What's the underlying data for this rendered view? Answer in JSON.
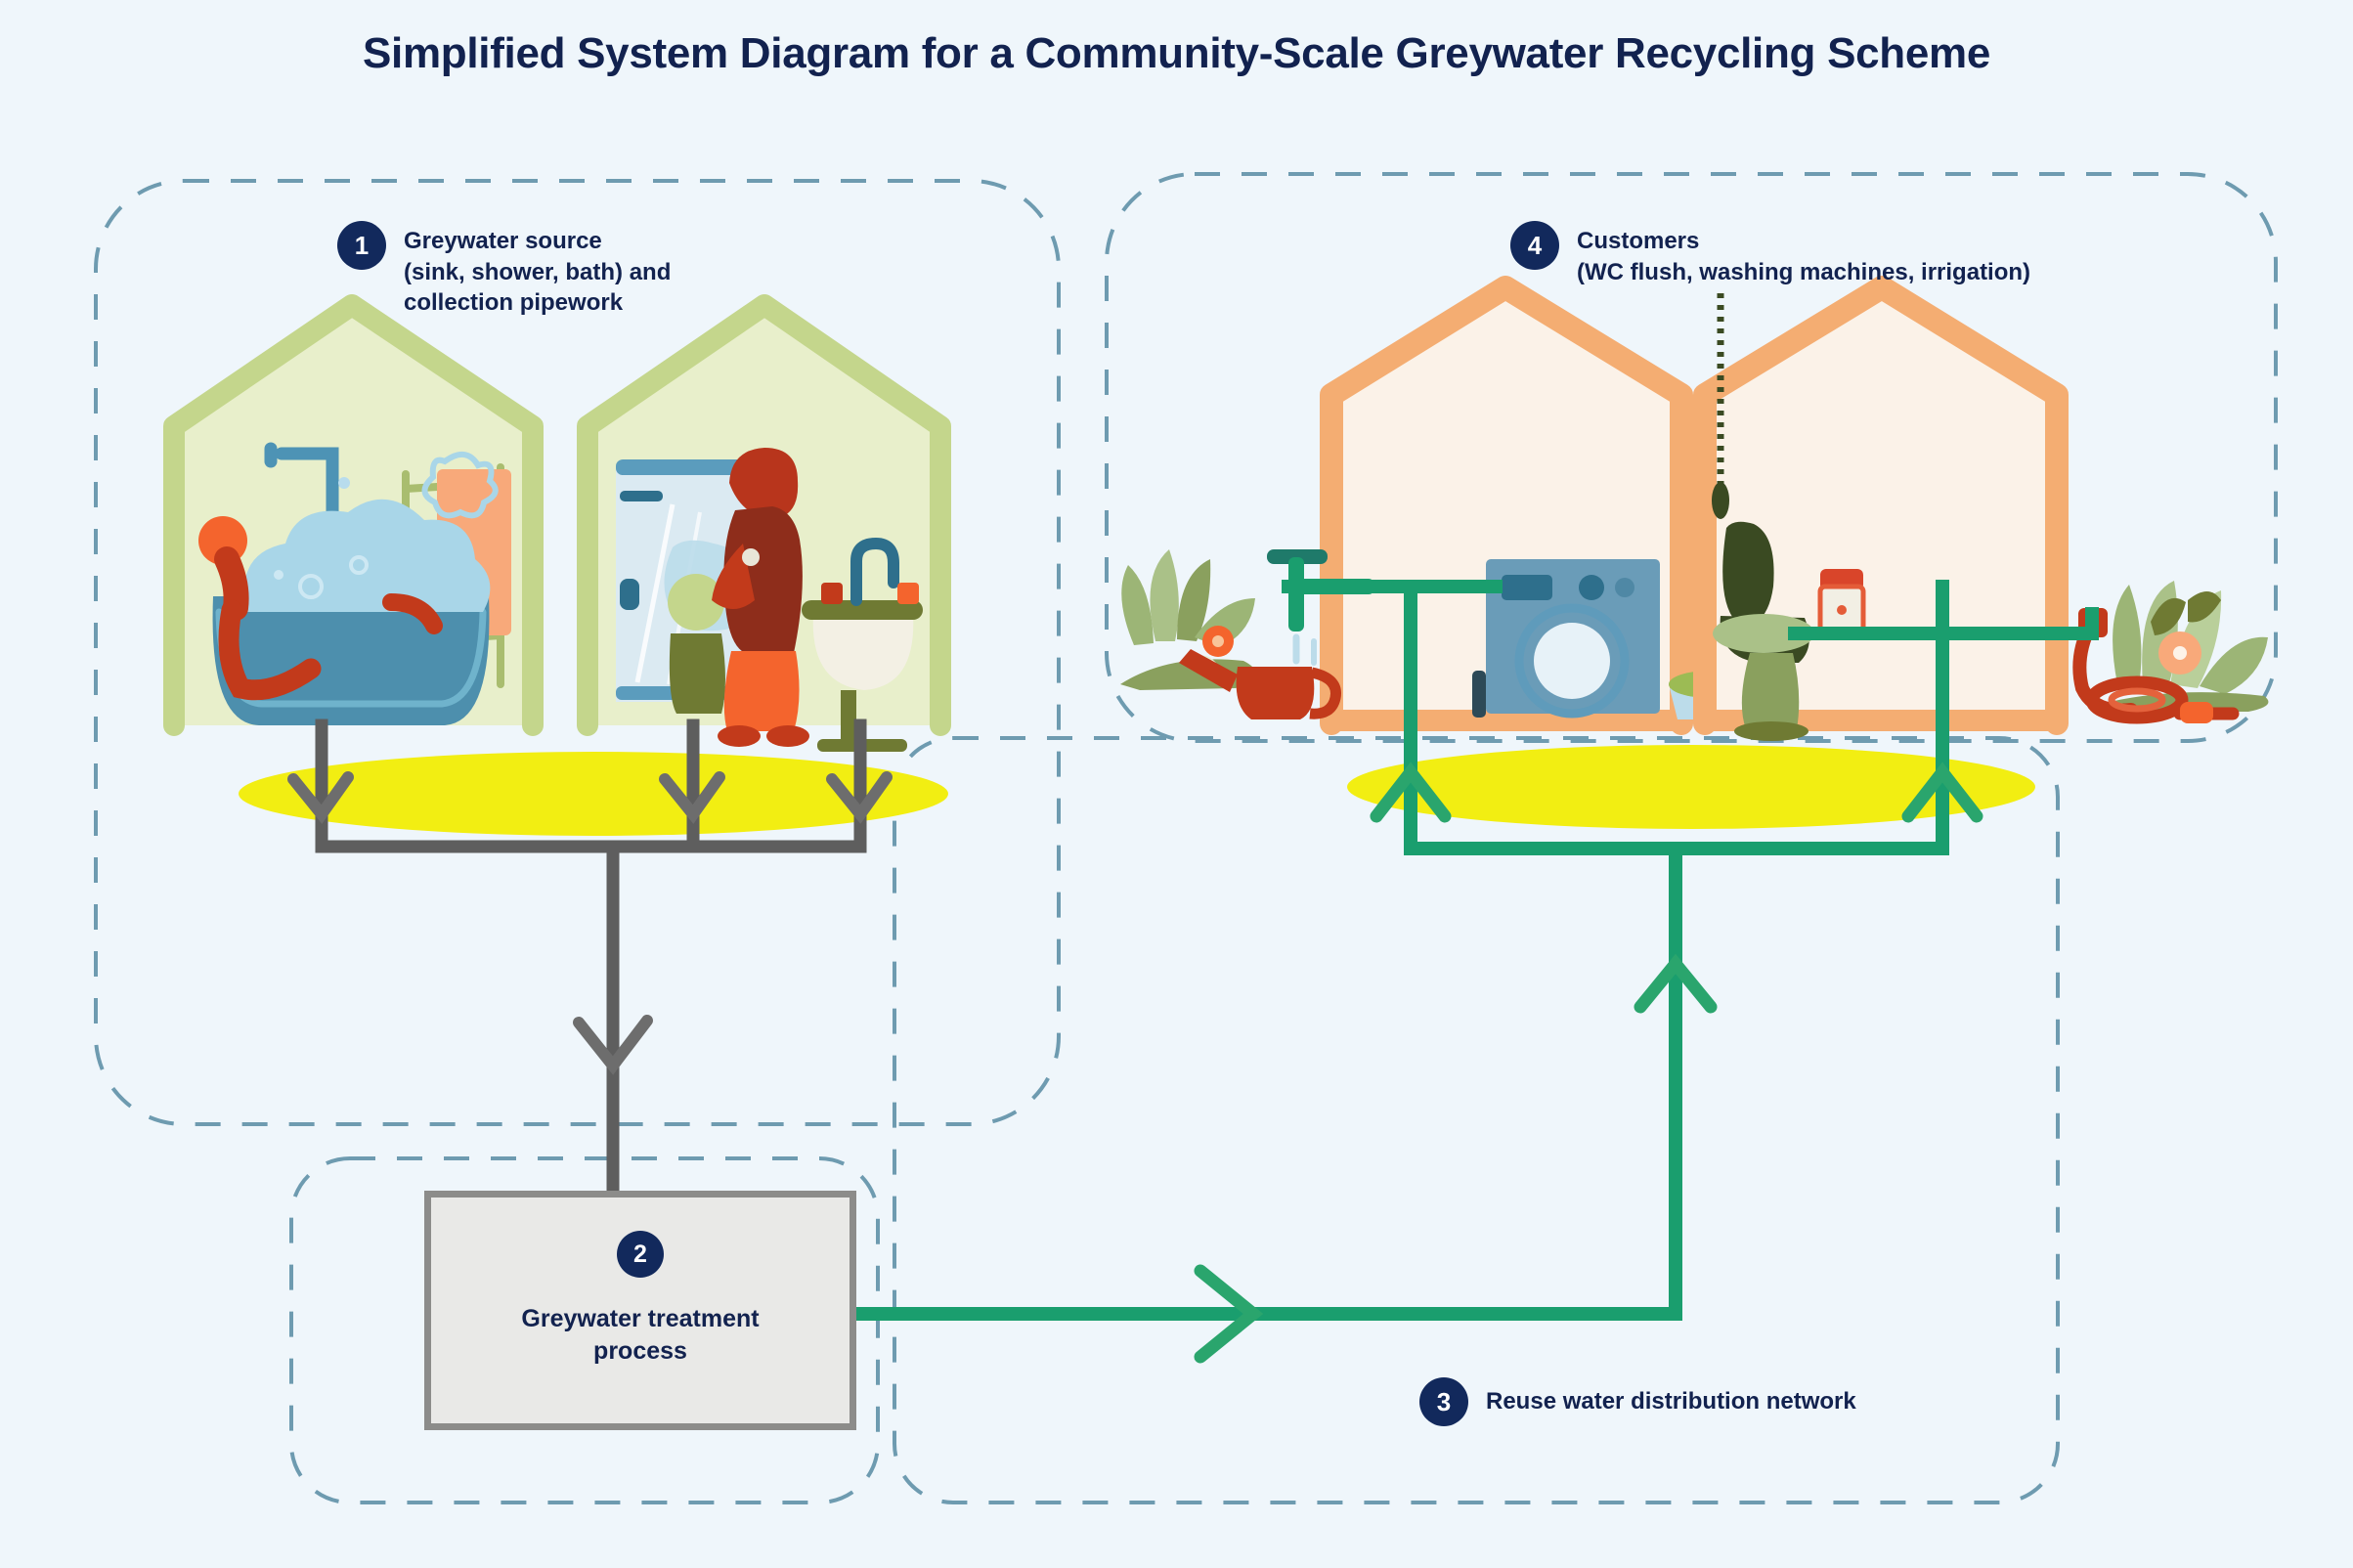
{
  "title": "Simplified System Diagram for a Community-Scale Greywater Recycling Scheme",
  "colors": {
    "background": "#eff6fb",
    "text_navy": "#12224f",
    "badge_navy": "#12295c",
    "dashed_border": "#6e9bb0",
    "grey_pipe": "#5e5e5e",
    "green_pipe": "#1a9e6e",
    "ground_yellow": "#f2ee12",
    "house_green": "#c4d68c",
    "house_green_fill": "#e8efcb",
    "house_orange": "#f4ad72",
    "house_orange_fill": "#fbf2e8",
    "treatment_fill": "#e9e9e7",
    "treatment_border": "#8c8c8a",
    "terracotta": "#d9452a",
    "teal_blue": "#4d93b5",
    "olive": "#6f7a33"
  },
  "zones": [
    {
      "id": "zone-source",
      "name": "greywater-source-zone"
    },
    {
      "id": "zone-treatment",
      "name": "treatment-zone"
    },
    {
      "id": "zone-distribution",
      "name": "distribution-zone"
    },
    {
      "id": "zone-customers",
      "name": "customers-zone"
    }
  ],
  "steps": [
    {
      "number": "1",
      "name": "greywater-source",
      "label": "Greywater source\n(sink, shower, bath) and\ncollection pipework"
    },
    {
      "number": "2",
      "name": "greywater-treatment",
      "label": "Greywater treatment\nprocess"
    },
    {
      "number": "3",
      "name": "reuse-distribution",
      "label": "Reuse water distribution network"
    },
    {
      "number": "4",
      "name": "customers",
      "label": "Customers\n(WC flush, washing machines, irrigation)"
    }
  ],
  "illustrations": {
    "house_bath": "house-with-bath-icon",
    "house_sink": "house-with-sink-icon",
    "house_washing_machine": "house-with-washing-machine-icon",
    "house_toilet": "house-with-toilet-icon",
    "garden_left": "garden-tap-watering-can-icon",
    "garden_right": "garden-hose-plants-icon",
    "ground_left": "ground-layer-left",
    "ground_right": "ground-layer-right"
  },
  "flows": [
    {
      "name": "collection-pipework",
      "color": "grey",
      "direction": "down"
    },
    {
      "name": "treated-water-main",
      "color": "green",
      "direction": "right"
    },
    {
      "name": "distribution-riser",
      "color": "green",
      "direction": "up"
    }
  ]
}
